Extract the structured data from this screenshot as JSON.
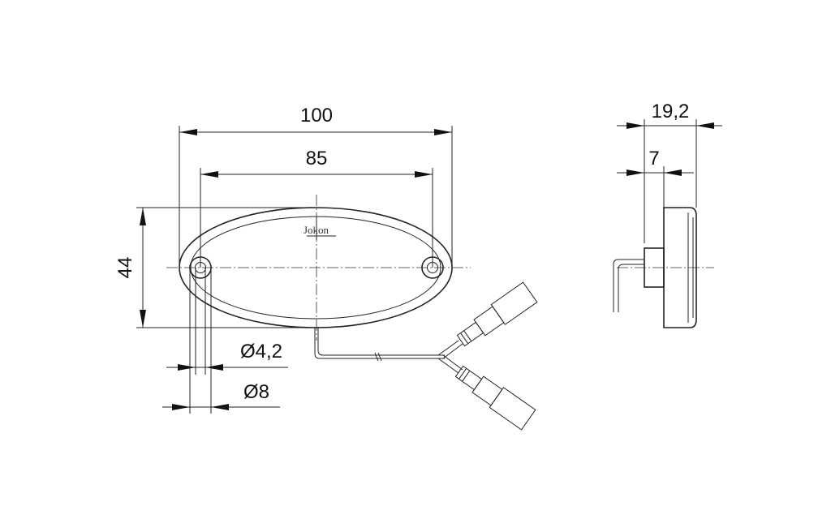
{
  "dimensions": {
    "overall_length": "100",
    "hole_spacing": "85",
    "height": "44",
    "hole_diameter": "Ø4,2",
    "boss_diameter": "Ø8",
    "total_depth": "19,2",
    "base_depth": "7"
  },
  "logo": {
    "text": "Jokon"
  }
}
